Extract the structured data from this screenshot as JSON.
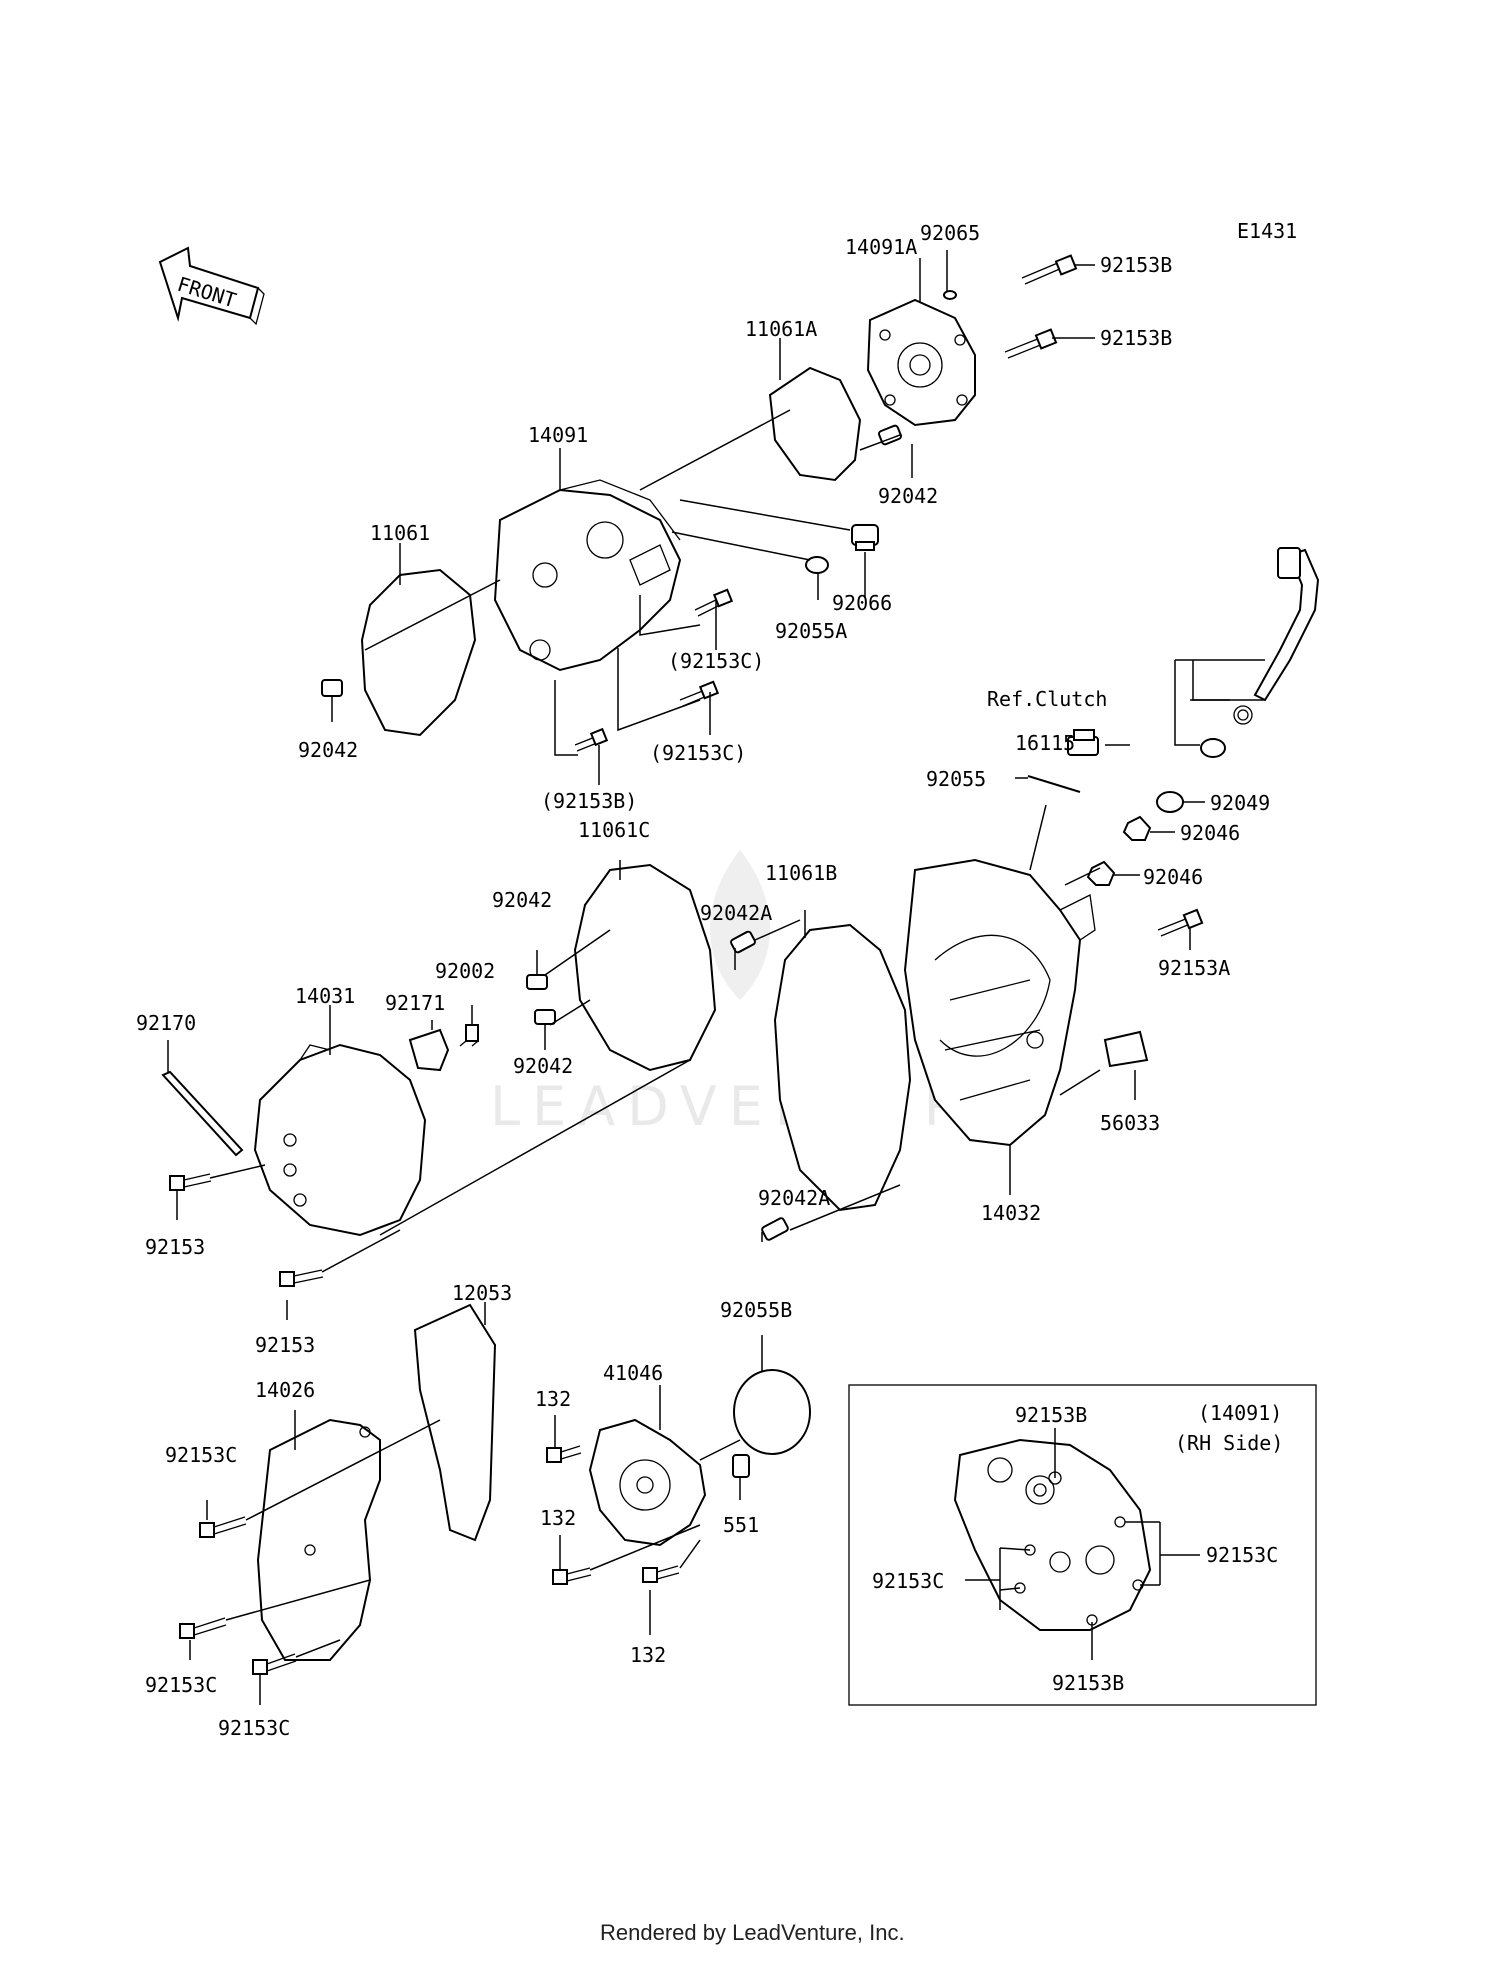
{
  "diagram_id": "E1431",
  "front_label": "FRONT",
  "watermark": "LEADVENTURE",
  "footer": "Rendered by LeadVenture, Inc.",
  "inset": {
    "title": "(14091)",
    "subtitle": "(RH Side)"
  },
  "labels": {
    "p14091A": "14091A",
    "p92065": "92065",
    "p92153B_1": "92153B",
    "p92153B_2": "92153B",
    "p11061A": "11061A",
    "p14091": "14091",
    "p92042_top": "92042",
    "p11061": "11061",
    "p92066": "92066",
    "p92055A": "92055A",
    "p92153C_a": "(92153C)",
    "p92153C_b": "(92153C)",
    "p92153B_c": "(92153B)",
    "p92042_left": "92042",
    "ref_clutch": "Ref.Clutch",
    "p16115": "16115",
    "p92055": "92055",
    "p92049": "92049",
    "p92046_1": "92046",
    "p92046_2": "92046",
    "p11061C": "11061C",
    "p11061B": "11061B",
    "p92042_mid": "92042",
    "p92042A_1": "92042A",
    "p92002": "92002",
    "p92171": "92171",
    "p14031": "14031",
    "p92170": "92170",
    "p92042_mid2": "92042",
    "p92153A": "92153A",
    "p56033": "56033",
    "p14032": "14032",
    "p92042A_2": "92042A",
    "p92153_1": "92153",
    "p92153_2": "92153",
    "p12053": "12053",
    "p92055B": "92055B",
    "p41046": "41046",
    "p14026": "14026",
    "p132_1": "132",
    "p132_2": "132",
    "p132_3": "132",
    "p551": "551",
    "p92153C_1": "92153C",
    "p92153C_2": "92153C",
    "p92153C_3": "92153C",
    "inset_92153B_top": "92153B",
    "inset_92153B_bot": "92153B",
    "inset_92153C_left": "92153C",
    "inset_92153C_right": "92153C"
  }
}
